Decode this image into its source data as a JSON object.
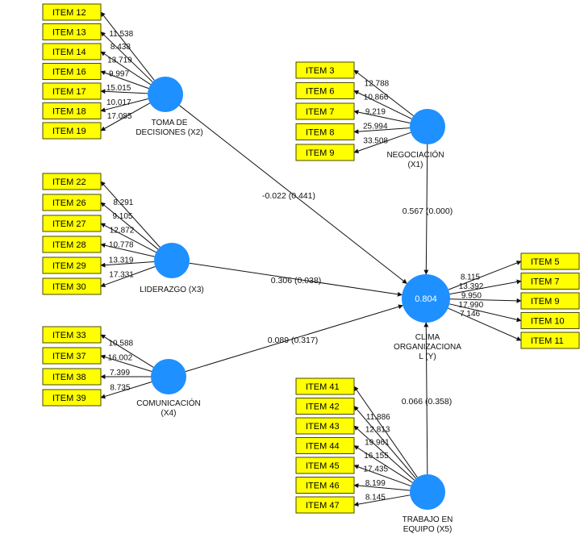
{
  "constructs": {
    "x2": {
      "label_lines": [
        "TOMA DE",
        "DECISIONES (X2)"
      ],
      "items": [
        "ITEM 12",
        "ITEM 13",
        "ITEM 14",
        "ITEM 16",
        "ITEM 17",
        "ITEM 18",
        "ITEM 19"
      ],
      "loadings": [
        "11.538",
        "8.438",
        "13.719",
        "9.997",
        "15.015",
        "10.017",
        "17.085"
      ]
    },
    "x1": {
      "label_lines": [
        "NEGOCIACIÓN",
        "(X1)"
      ],
      "items": [
        "ITEM 3",
        "ITEM 6",
        "ITEM 7",
        "ITEM 8",
        "ITEM 9"
      ],
      "loadings": [
        "12.788",
        "10.866",
        "9.219",
        "25.994",
        "33.508"
      ]
    },
    "x3": {
      "label_lines": [
        "LIDERAZGO (X3)"
      ],
      "items": [
        "ITEM 22",
        "ITEM 26",
        "ITEM 27",
        "ITEM 28",
        "ITEM 29",
        "ITEM 30"
      ],
      "loadings": [
        "8.291",
        "9.105",
        "12.872",
        "10.778",
        "13.319",
        "17.331"
      ]
    },
    "x4": {
      "label_lines": [
        "COMUNICACIÓN",
        "(X4)"
      ],
      "items": [
        "ITEM 33",
        "ITEM 37",
        "ITEM 38",
        "ITEM 39"
      ],
      "loadings": [
        "10.588",
        "16.002",
        "7.399",
        "8.735"
      ]
    },
    "x5": {
      "label_lines": [
        "TRABAJO EN",
        "EQUIPO (X5)"
      ],
      "items": [
        "ITEM 41",
        "ITEM 42",
        "ITEM 43",
        "ITEM 44",
        "ITEM 45",
        "ITEM 46",
        "ITEM 47"
      ],
      "loadings": [
        "11.886",
        "12.813",
        "19.961",
        "16.155",
        "17.435",
        "8.199",
        "8.145"
      ]
    },
    "y": {
      "label_lines": [
        "CLIMA",
        "ORGANIZACIONA",
        "L (Y)"
      ],
      "r2": "0.804",
      "items": [
        "ITEM 5",
        "ITEM 7",
        "ITEM 9",
        "ITEM 10",
        "ITEM 11"
      ],
      "loadings": [
        "8.115",
        "13.392",
        "9.950",
        "17.990",
        "7.146"
      ]
    }
  },
  "paths": {
    "x2": "-0.022 (0.441)",
    "x1": "0.567 (0.000)",
    "x3": "0.306 (0.038)",
    "x4": "0.089 (0.317)",
    "x5": "0.066 (0.358)"
  },
  "colors": {
    "item_fill": "#ffff00",
    "construct_fill": "#1e90ff",
    "line": "#111111"
  }
}
